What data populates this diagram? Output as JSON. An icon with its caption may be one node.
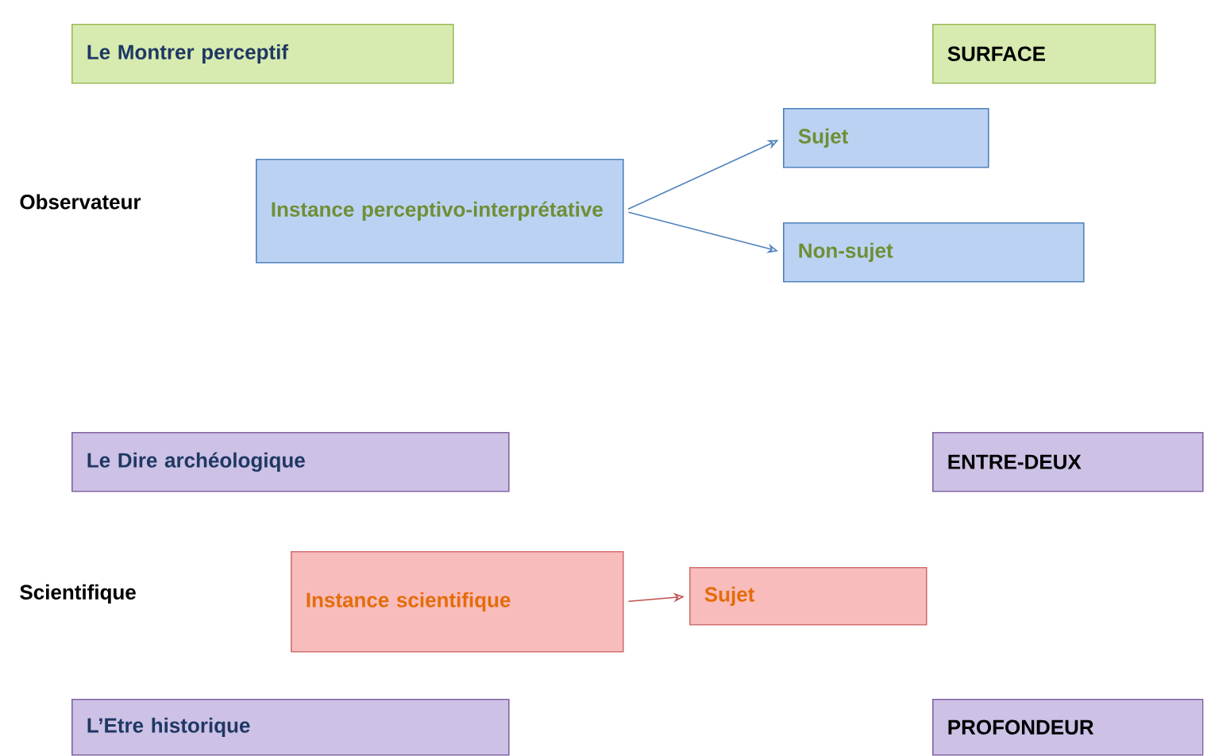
{
  "diagram": {
    "nodes": [
      {
        "text": [
          "Le Montrer perceptif"
        ]
      },
      {
        "text": [
          "SURFACE"
        ]
      },
      {
        "text": [
          "Sujet"
        ]
      },
      {
        "text": [
          "Instance perceptivo-interprétative"
        ]
      },
      {
        "text": [
          "Non-sujet"
        ]
      },
      {
        "text": [
          "Le Dire archéologique"
        ]
      },
      {
        "text": [
          "ENTRE-DEUX"
        ]
      },
      {
        "text": [
          "Instance scientifique"
        ]
      },
      {
        "text": [
          "Sujet"
        ]
      },
      {
        "text": [
          "L’Etre historique"
        ]
      },
      {
        "text": [
          "PROFONDEUR"
        ]
      }
    ],
    "edges": [
      {
        "from": 3,
        "to": 2,
        "arrow": "to"
      },
      {
        "from": 3,
        "to": 4,
        "arrow": "to"
      },
      {
        "from": 7,
        "to": 8,
        "arrow": "to",
        "color": "#c0504d"
      }
    ],
    "labels": [
      "Observateur",
      "Scientifique"
    ]
  }
}
